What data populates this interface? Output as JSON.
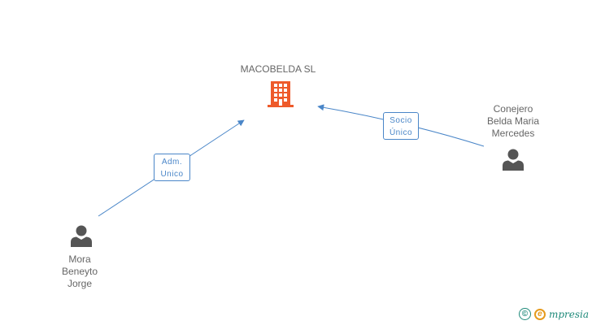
{
  "company": {
    "name": "MACOBELDA SL",
    "icon": "building-icon",
    "icon_color": "#ee5a2a"
  },
  "people": [
    {
      "id": "conejero",
      "name_lines": [
        "Conejero",
        "Belda Maria",
        "Mercedes"
      ],
      "icon": "person-icon"
    },
    {
      "id": "mora",
      "name_lines": [
        "Mora",
        "Beneyto",
        "Jorge"
      ],
      "icon": "person-icon"
    }
  ],
  "relations": [
    {
      "from": "mora",
      "to": "company",
      "label_lines": [
        "Adm.",
        "Unico"
      ]
    },
    {
      "from": "conejero",
      "to": "company",
      "label_lines": [
        "Socio",
        "Único"
      ]
    }
  ],
  "colors": {
    "edge": "#4a86c8",
    "person": "#555555",
    "label": "#666666",
    "brand_teal": "#1f8a7a",
    "brand_orange": "#e69a1c"
  },
  "footer": {
    "copyright_symbol": "©",
    "brand_initial": "e",
    "brand_rest": "mpresia"
  }
}
